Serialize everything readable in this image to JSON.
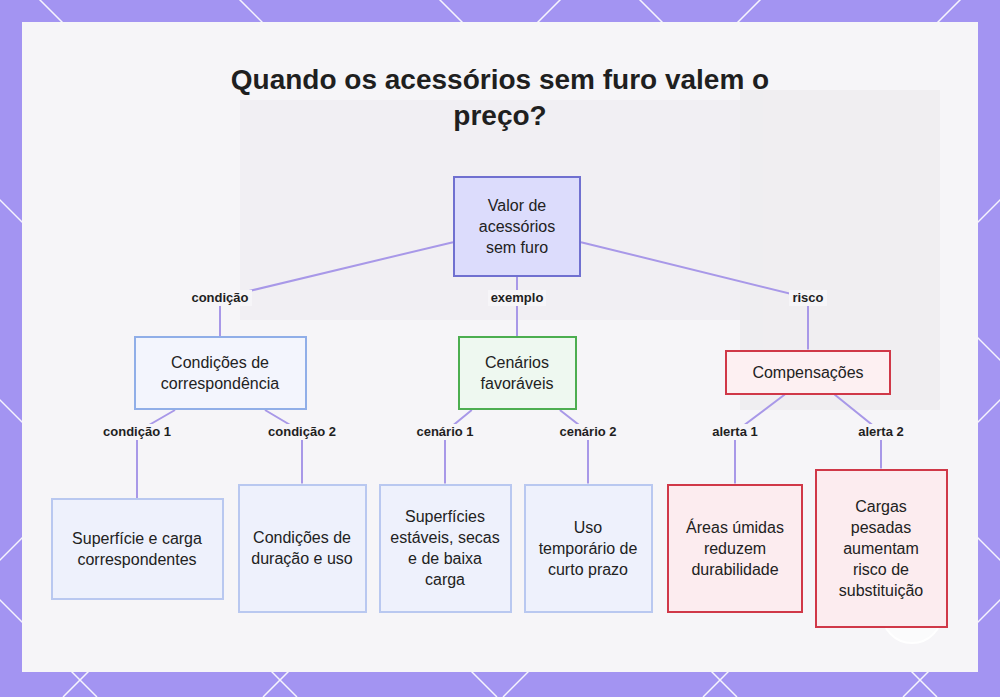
{
  "diagram": {
    "title": "Quando os acessórios sem furo valem o preço?",
    "nodes": [
      {
        "text": [
          "Valor de acessórios sem furo"
        ]
      },
      {
        "text": [
          "Condições de correspondência"
        ]
      },
      {
        "text": [
          "Cenários favoráveis"
        ]
      },
      {
        "text": [
          "Compensações"
        ]
      },
      {
        "text": [
          "Superfície e carga correspondentes"
        ]
      },
      {
        "text": [
          "Condições de duração e uso"
        ]
      },
      {
        "text": [
          "Superfícies estáveis, secas e de baixa carga"
        ]
      },
      {
        "text": [
          "Uso temporário de curto prazo"
        ]
      },
      {
        "text": [
          "Áreas úmidas reduzem durabilidade"
        ]
      },
      {
        "text": [
          "Cargas pesadas aumentam risco de substituição"
        ]
      }
    ],
    "edges": [
      {
        "from": 0,
        "to": 1,
        "label": "condição",
        "arrow": "none"
      },
      {
        "from": 0,
        "to": 2,
        "label": "exemplo",
        "arrow": "none"
      },
      {
        "from": 0,
        "to": 3,
        "label": "risco",
        "arrow": "none"
      },
      {
        "from": 1,
        "to": 4,
        "label": "condição 1",
        "arrow": "none"
      },
      {
        "from": 1,
        "to": 5,
        "label": "condição 2",
        "arrow": "none"
      },
      {
        "from": 2,
        "to": 6,
        "label": "cenário 1",
        "arrow": "none"
      },
      {
        "from": 2,
        "to": 7,
        "label": "cenário 2",
        "arrow": "none"
      },
      {
        "from": 3,
        "to": 8,
        "label": "alerta 1",
        "arrow": "none"
      },
      {
        "from": 3,
        "to": 9,
        "label": "alerta 2",
        "arrow": "none"
      }
    ]
  }
}
